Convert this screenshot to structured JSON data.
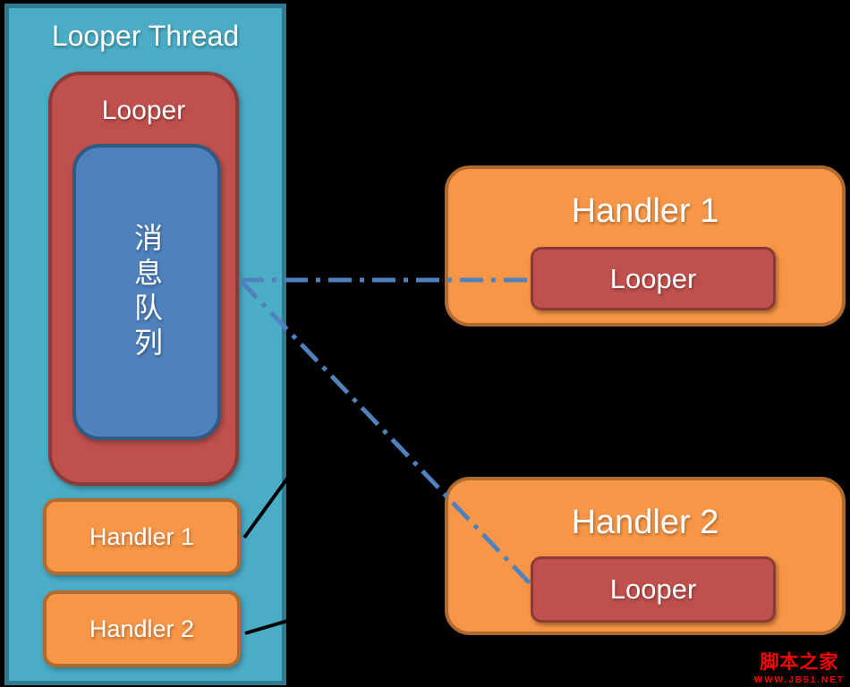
{
  "colors": {
    "background": "#000000",
    "thread_fill": "#4BACC6",
    "thread_border": "#2E7A8E",
    "looper_fill": "#C0504D",
    "looper_border": "#8B3A37",
    "queue_fill": "#4F81BD",
    "queue_border": "#2F5A83",
    "handler_fill": "#F79646",
    "handler_border": "#B06C30",
    "message_line": "#4F81BD",
    "reference_line": "#000000",
    "text": "#FFFFFF",
    "watermark": "#FF0000"
  },
  "looper_thread": {
    "title": "Looper Thread",
    "looper": {
      "label": "Looper",
      "message_queue": {
        "label": "消息队列"
      }
    },
    "handlers": [
      {
        "label": "Handler 1"
      },
      {
        "label": "Handler 2"
      }
    ]
  },
  "handler_cards": [
    {
      "title": "Handler 1",
      "looper_label": "Looper"
    },
    {
      "title": "Handler 2",
      "looper_label": "Looper"
    }
  ],
  "connectors": {
    "message_lines": [
      {
        "from": "handler1-card-looper",
        "to": "message-queue-box",
        "style": "dash-dot"
      },
      {
        "from": "handler2-card-looper",
        "to": "message-queue-box",
        "style": "dash-dot"
      }
    ],
    "reference_lines": [
      {
        "from": "handler1-small-box",
        "to": "handler1-card",
        "style": "solid"
      },
      {
        "from": "handler2-small-box",
        "to": "handler2-card",
        "style": "solid"
      }
    ]
  },
  "watermark": {
    "site_name": "脚本之家",
    "site_url": "WWW.JB51.NET"
  }
}
